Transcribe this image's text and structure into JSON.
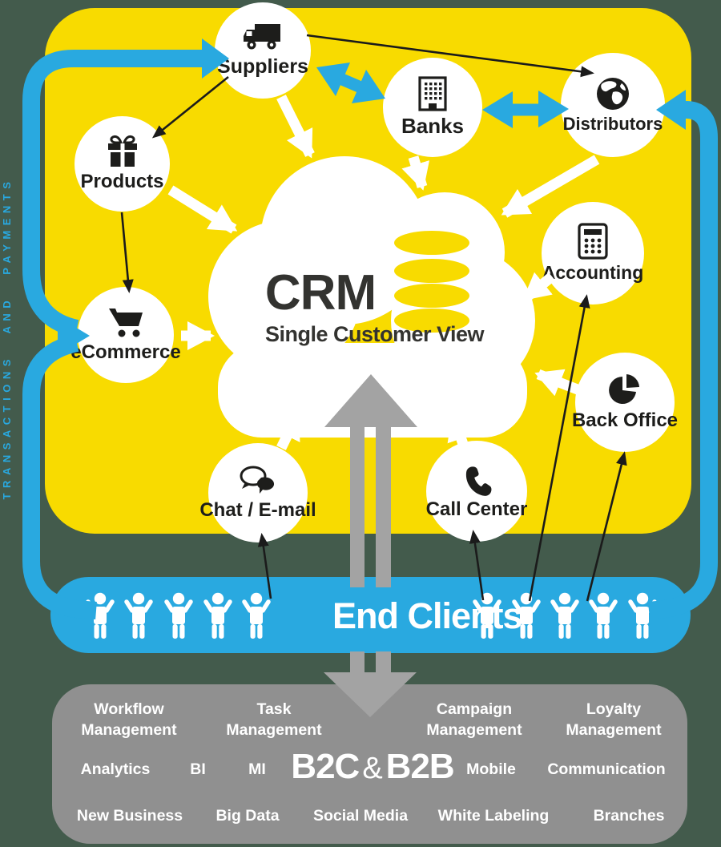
{
  "colors": {
    "background": "#435B4C",
    "board_yellow": "#F8DB00",
    "accent_blue": "#29A9E0",
    "panel_gray": "#909090",
    "arrow_gray": "#A3A3A3",
    "text_dark": "#1d1d1b",
    "white": "#FFFFFF"
  },
  "side_label": "TRANSACTIONS AND PAYMENTS",
  "cloud": {
    "title": "CRM",
    "subtitle": "Single Customer View"
  },
  "nodes": {
    "suppliers": {
      "label": "Suppliers",
      "icon": "truck-icon"
    },
    "banks": {
      "label": "Banks",
      "icon": "bank-building-icon"
    },
    "distributors": {
      "label": "Distributors",
      "icon": "globe-icon"
    },
    "products": {
      "label": "Products",
      "icon": "gift-icon"
    },
    "ecommerce": {
      "label": "eCommerce",
      "icon": "shopping-cart-icon"
    },
    "accounting": {
      "label": "Accounting",
      "icon": "calculator-icon"
    },
    "back_office": {
      "label": "Back Office",
      "icon": "pie-chart-icon"
    },
    "chat_email": {
      "label": "Chat / E-mail",
      "icon": "chat-bubbles-icon"
    },
    "call_center": {
      "label": "Call Center",
      "icon": "phone-icon"
    }
  },
  "end_clients": {
    "label": "End Clients"
  },
  "capabilities": {
    "row1": [
      "Workflow\nManagement",
      "Task\nManagement",
      "Campaign\nManagement",
      "Loyalty\nManagement"
    ],
    "row2_left": [
      "Analytics",
      "BI",
      "MI"
    ],
    "b2c_b2b": {
      "b2c": "B2C",
      "amp": "&",
      "b2b": "B2B"
    },
    "row2_right": [
      "Mobile",
      "Communication"
    ],
    "row3": [
      "New Business",
      "Big Data",
      "Social Media",
      "White Labeling",
      "Branches"
    ]
  }
}
